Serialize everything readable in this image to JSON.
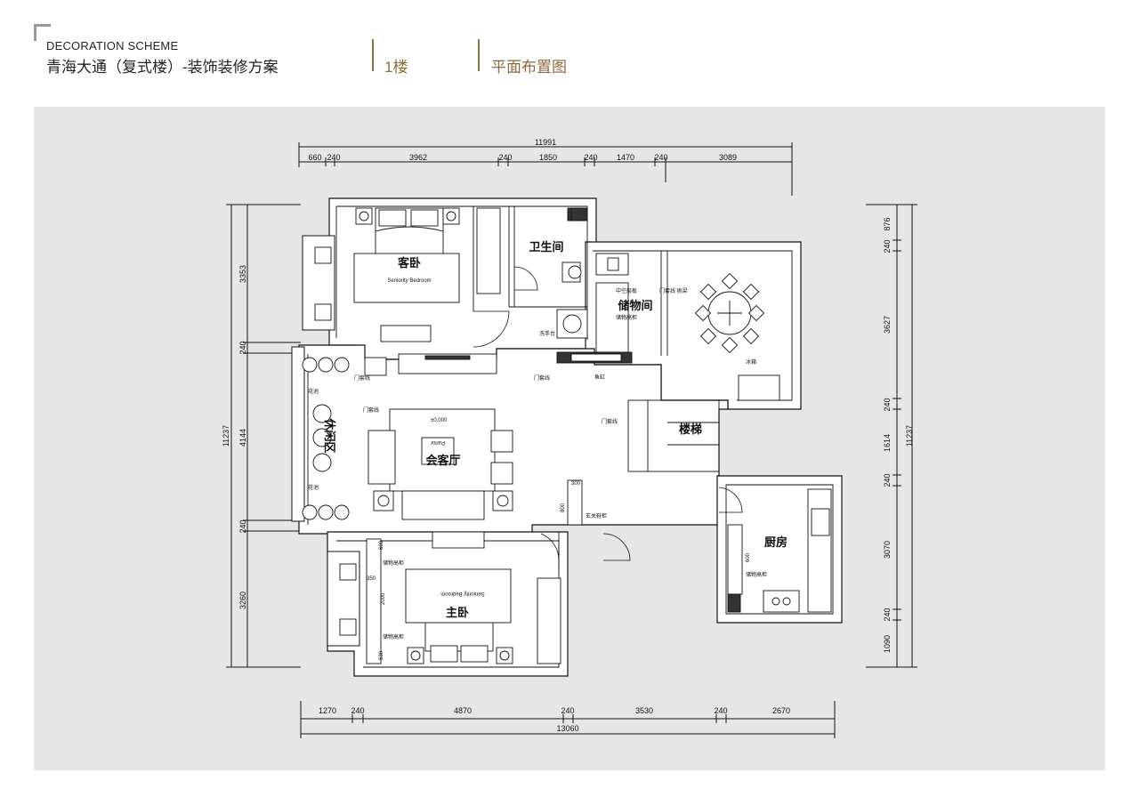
{
  "header": {
    "subtitle": "DECORATION SCHEME",
    "title": "青海大通（复式楼）-装饰装修方案",
    "floor": "1楼",
    "plan_name": "平面布置图"
  },
  "dimensions": {
    "top_total": "11991",
    "top_segments": [
      "660",
      "240",
      "3962",
      "240",
      "1850",
      "240",
      "1470",
      "240",
      "3089"
    ],
    "bottom_total": "13060",
    "bottom_segments": [
      "1270",
      "240",
      "4870",
      "240",
      "3530",
      "240",
      "2670"
    ],
    "left_total": "11237",
    "left_segments": [
      "3353",
      "240",
      "4144",
      "240",
      "3260"
    ],
    "right_total": "11237",
    "right_segments": [
      "876",
      "240",
      "3627",
      "240",
      "1614",
      "240",
      "3070",
      "240",
      "1090"
    ]
  },
  "rooms": {
    "guest_bedroom": "客卧",
    "guest_bedroom_en": "Seniority Bedroom",
    "bathroom": "卫生间",
    "storage": "储物间",
    "living_room": "会客厅",
    "living_room_en": "Parlor",
    "master_bedroom": "主卧",
    "master_bedroom_en": "Seniority Bedroom",
    "kitchen": "厨房",
    "stairs": "楼梯",
    "leisure": "休闲区"
  },
  "labels": {
    "door_line_1": "门套线",
    "door_line_2": "门套线",
    "door_line_3": "门套线",
    "door_line_4": "门套线",
    "door_line_storage": "门套线 挑梁",
    "planter_1": "花池",
    "planter_2": "花池",
    "basin": "洗手台",
    "fish_tank": "鱼缸",
    "fridge": "冰箱",
    "entry_cabinet": "玄关鞋柜",
    "elevation": "±0.000",
    "wardrobe_1": "储物高柜",
    "wardrobe_2": "储物高柜",
    "kitchen_cabinet": "储物高柜",
    "storage_cab_1": "中空层板",
    "storage_cab_2": "储物高柜",
    "dim_300": "300",
    "dim_800": "800",
    "dim_350": "350",
    "dim_2000": "2000",
    "dim_600a": "600",
    "dim_530": "530",
    "dim_600b": "600"
  }
}
